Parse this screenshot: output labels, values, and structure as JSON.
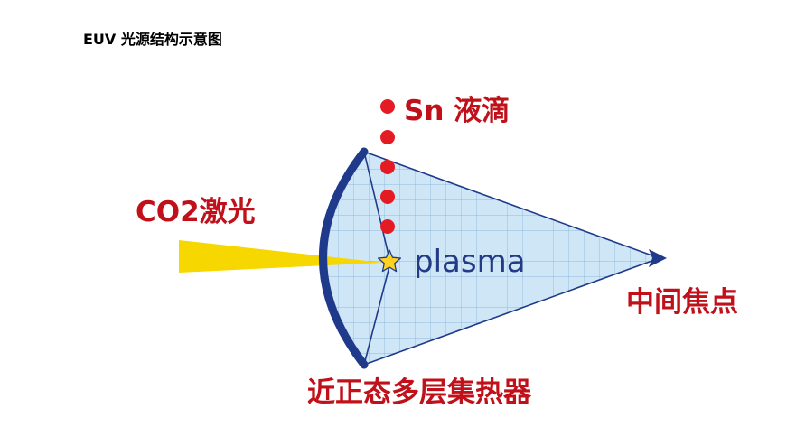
{
  "title": "EUV 光源结构示意图",
  "labels": {
    "sn_droplet": "Sn 液滴",
    "co2_laser": "CO2激光",
    "plasma": "plasma",
    "focus": "中间焦点",
    "collector": "近正态多层集热器"
  },
  "colors": {
    "label_red": "#c0101a",
    "droplet_red": "#e41b23",
    "collector_blue": "#1f3a8a",
    "cone_fill": "#cfe6f7",
    "grid_line": "#8fb8dc",
    "laser_yellow": "#f6d800",
    "star_yellow": "#ffd21f"
  },
  "icons": {
    "plasma_marker": "star-icon",
    "focus_marker": "arrowhead-icon"
  }
}
